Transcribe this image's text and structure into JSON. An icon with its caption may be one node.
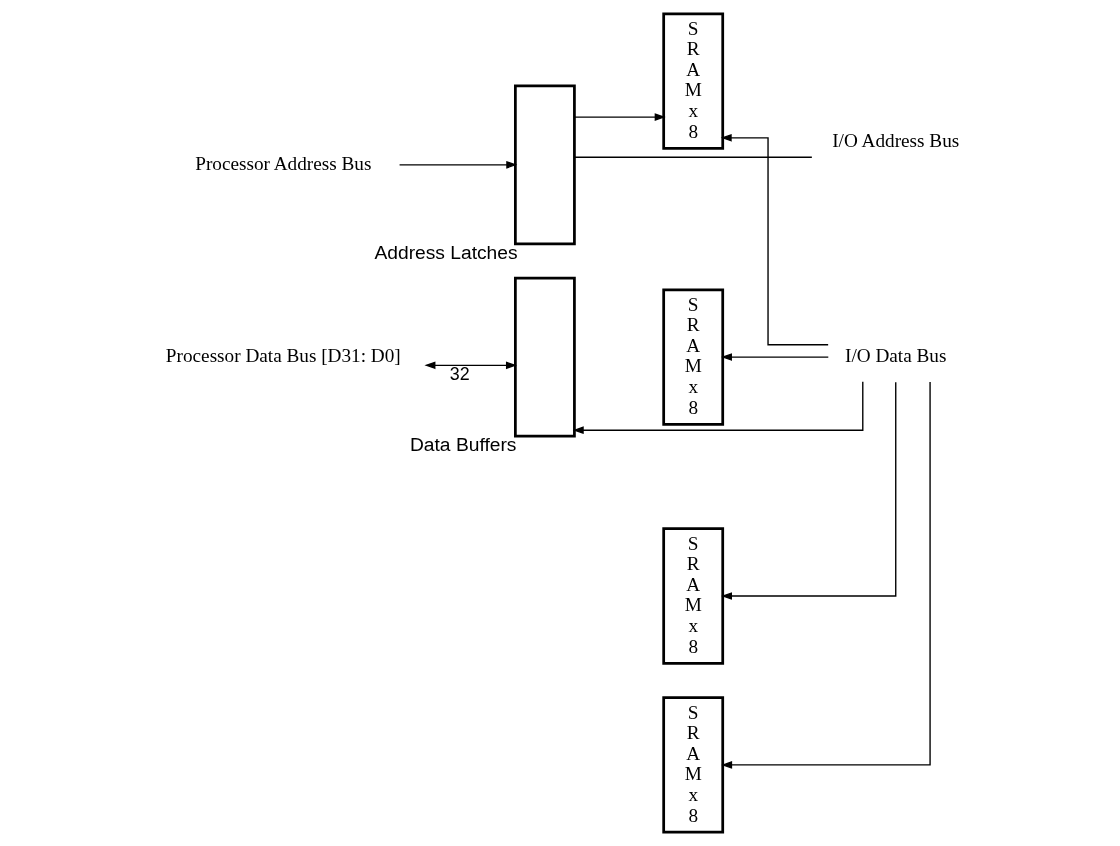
{
  "diagram": {
    "nodes": [
      {
        "text": [
          "Processor Address Bus"
        ]
      },
      {
        "text": [
          "Address Latches"
        ]
      },
      {
        "text": [
          "S R A M x 8"
        ]
      },
      {
        "text": [
          "S R A M x 8"
        ]
      },
      {
        "text": [
          "S R A M x 8"
        ]
      },
      {
        "text": [
          "S R A M x 8"
        ]
      },
      {
        "text": [
          "I/O Address Bus"
        ]
      },
      {
        "text": [
          "Data Buffers"
        ]
      },
      {
        "text": [
          "Processor Data Bus [D31: D0]"
        ]
      },
      {
        "text": [
          "I/O Data Bus"
        ]
      }
    ],
    "edges": [
      {
        "from": 0,
        "to": 1,
        "arrow": "to"
      },
      {
        "from": 1,
        "to": 2,
        "arrow": "to"
      },
      {
        "from": 1,
        "to": 6,
        "arrow": "none"
      },
      {
        "from": 9,
        "to": 2,
        "arrow": "to"
      },
      {
        "from": 9,
        "to": 3,
        "arrow": "to"
      },
      {
        "from": 9,
        "to": 4,
        "arrow": "to"
      },
      {
        "from": 9,
        "to": 5,
        "arrow": "to"
      },
      {
        "from": 9,
        "to": 7,
        "arrow": "to"
      },
      {
        "from": 7,
        "to": 8,
        "arrow": "both",
        "label": "32"
      }
    ]
  }
}
